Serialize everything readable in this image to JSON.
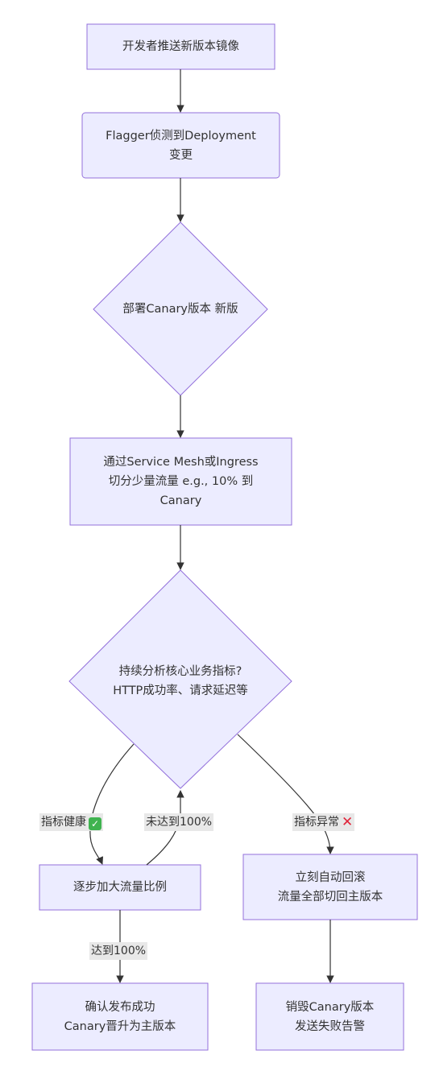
{
  "nodes": {
    "push": "开发者推送新版本镜像",
    "detect": [
      "Flagger侦测到Deployment",
      "变更"
    ],
    "deploy": "部署Canary版本 新版",
    "split": [
      "通过Service Mesh或Ingress",
      "切分少量流量 e.g., 10% 到",
      "Canary"
    ],
    "analyze": [
      "持续分析核心业务指标?",
      "HTTP成功率、请求延迟等"
    ],
    "increase": "逐步加大流量比例",
    "rollback": [
      "立刻自动回滚",
      "流量全部切回主版本"
    ],
    "promote": [
      "确认发布成功",
      "Canary晋升为主版本"
    ],
    "destroy": [
      "销毁Canary版本",
      "发送失败告警"
    ]
  },
  "edges": {
    "healthy": "指标健康",
    "healthy_icon": "check-icon",
    "not_reached": "未达到100%",
    "abnormal": "指标异常",
    "abnormal_icon": "cross-icon",
    "reached": "达到100%"
  },
  "colors": {
    "node_fill": "#ECECFF",
    "node_stroke": "#9370DB",
    "edge": "#333333",
    "label_bg": "#e8e8e8"
  }
}
